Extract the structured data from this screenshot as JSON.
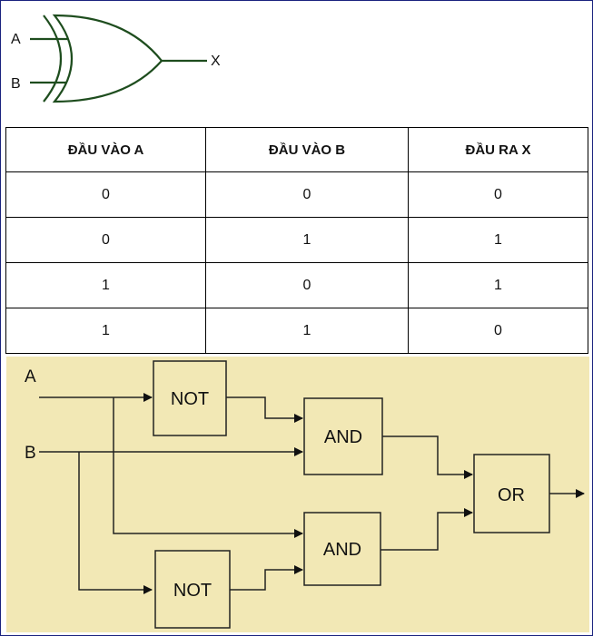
{
  "xor_symbol": {
    "input_a": "A",
    "input_b": "B",
    "output": "X",
    "stroke_color": "#1e4d1e"
  },
  "truth_table": {
    "headers": [
      "ĐẦU VÀO A",
      "ĐẦU VÀO B",
      "ĐẦU RA X"
    ],
    "rows": [
      [
        "0",
        "0",
        "0"
      ],
      [
        "0",
        "1",
        "1"
      ],
      [
        "1",
        "0",
        "1"
      ],
      [
        "1",
        "1",
        "0"
      ]
    ]
  },
  "logic_diagram": {
    "background_color": "#f2e8b5",
    "input_a": "A",
    "input_b": "B",
    "gates": {
      "not_top": "NOT",
      "not_bottom": "NOT",
      "and_top": "AND",
      "and_bottom": "AND",
      "or": "OR"
    }
  }
}
